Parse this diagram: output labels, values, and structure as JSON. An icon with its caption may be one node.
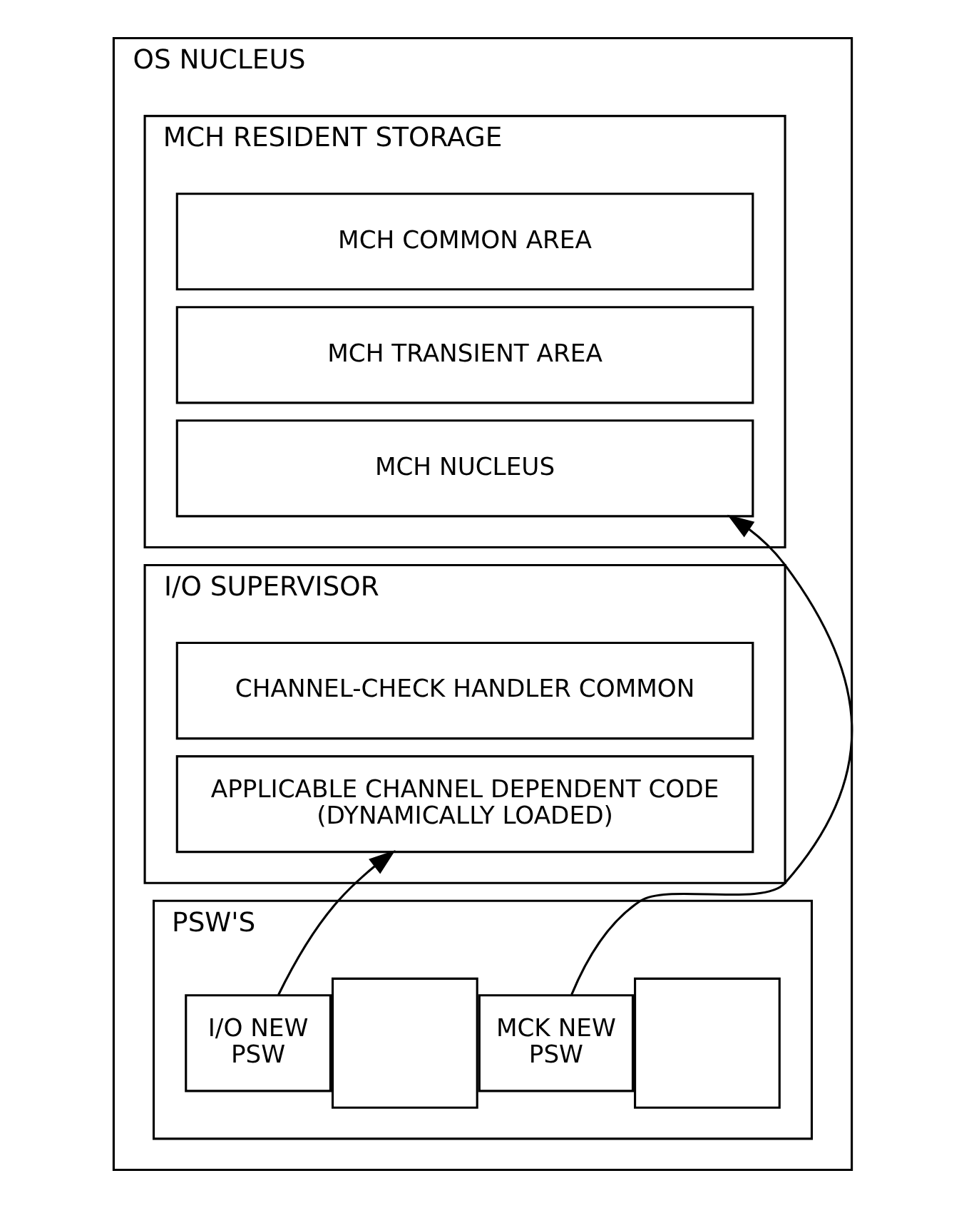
{
  "diagram": {
    "nodes": [
      {
        "text": [
          "OS NUCLEUS"
        ]
      },
      {
        "text": [
          "MCH RESIDENT STORAGE"
        ],
        "in": 0
      },
      {
        "text": [
          "MCH COMMON AREA"
        ],
        "in": 1
      },
      {
        "text": [
          "MCH TRANSIENT AREA"
        ],
        "in": 1
      },
      {
        "text": [
          "MCH NUCLEUS"
        ],
        "in": 1
      },
      {
        "text": [
          "I/O SUPERVISOR"
        ],
        "in": 0
      },
      {
        "text": [
          "CHANNEL-CHECK HANDLER COMMON"
        ],
        "in": 5
      },
      {
        "text": [
          "APPLICABLE CHANNEL DEPENDENT CODE (DYNAMICALLY LOADED)"
        ],
        "in": 5
      },
      {
        "text": [
          "PSW'S"
        ],
        "in": 0
      },
      {
        "text": [
          "I/O NEW PSW"
        ],
        "in": 8
      },
      {
        "text": [],
        "shape": "box",
        "in": 8
      },
      {
        "text": [
          "MCK NEW PSW"
        ],
        "in": 8
      },
      {
        "text": [],
        "shape": "box",
        "in": 8
      }
    ],
    "edges": [
      {
        "from": 9,
        "to": 7,
        "arrow": "to"
      },
      {
        "from": 11,
        "to": 4,
        "arrow": "to"
      }
    ]
  }
}
